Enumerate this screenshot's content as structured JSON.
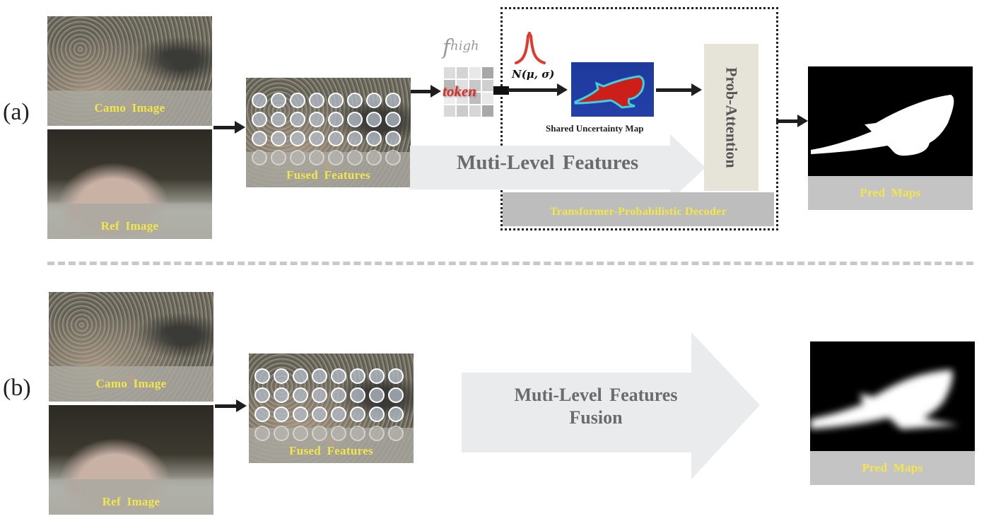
{
  "panels": {
    "a": {
      "label": "(a)",
      "camo_caption": "Camo Image",
      "ref_caption": "Ref Image",
      "fused_caption": "Fused Features",
      "feature_symbol_base": "f",
      "feature_symbol_sup": "high",
      "token_label": "token",
      "distribution_label": "N(μ, σ)",
      "uncertainty_caption": "Shared Uncertainty Map",
      "attention_label": "Prob-Attention",
      "multilevel_label": "Muti-Level  Features",
      "decoder_label": "Transformer-Probabilistic Decoder",
      "pred_caption": "Pred  Maps"
    },
    "b": {
      "label": "(b)",
      "camo_caption": "Camo Image",
      "ref_caption": "Ref Image",
      "fused_caption": "Fused Features",
      "fusion_label_line1": "Muti-Level  Features",
      "fusion_label_line2": "Fusion",
      "pred_caption": "Pred  Maps"
    }
  },
  "colors": {
    "caption_text": "#f2e64a",
    "arrow": "#1e1e1e",
    "big_arrow_fill": "#eaebed",
    "big_arrow_text": "#6b6b6b",
    "decoder_band": "#bdbdbd",
    "attention_fill": "#e6e4d8",
    "gaussian": "#e03a2e",
    "token_text": "#d9302a",
    "divider": "#c8c8c8"
  }
}
